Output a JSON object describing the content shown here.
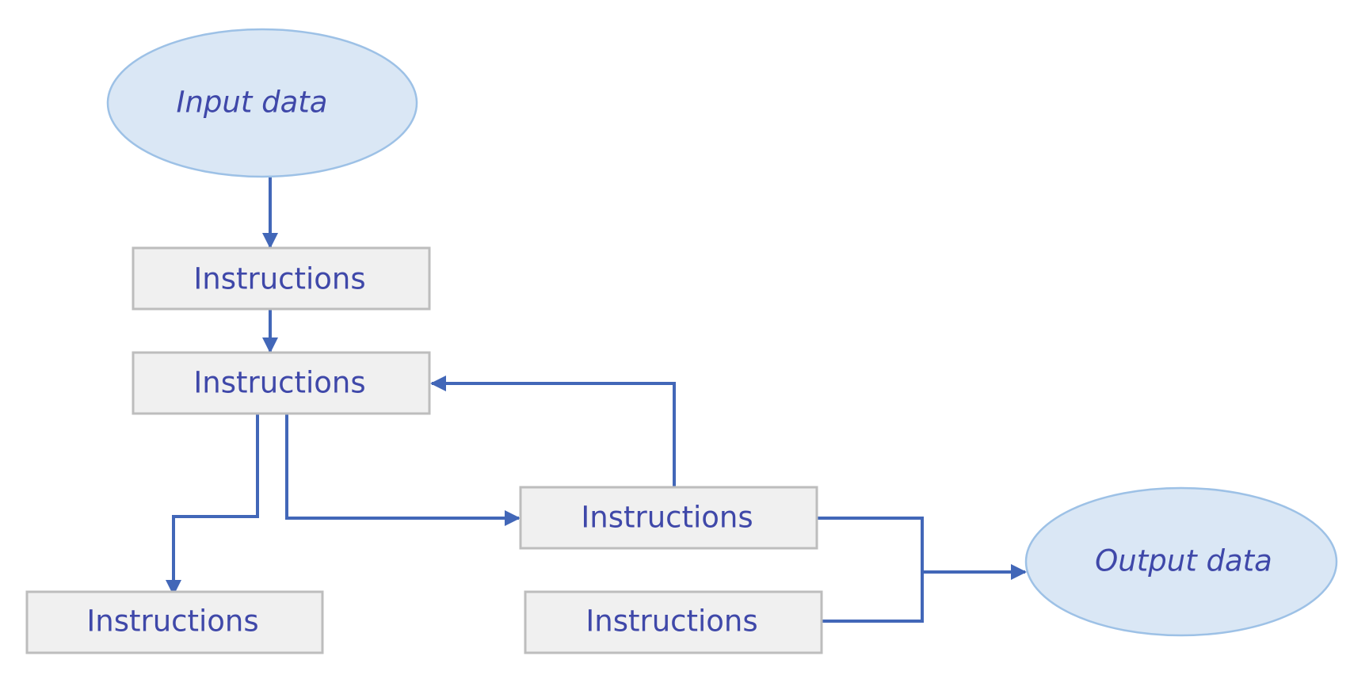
{
  "colors": {
    "text": "#3F48A9",
    "edge": "#4267B8",
    "box_fill": "#F0F0F0",
    "box_stroke": "#BDBDBD",
    "ellipse_fill": "#DAE7F5",
    "ellipse_stroke": "#9DC1E6",
    "background": "#FFFFFF"
  },
  "nodes": {
    "input": {
      "label": "Input data",
      "shape": "ellipse",
      "style": "italic"
    },
    "instr1": {
      "label": "Instructions",
      "shape": "rectangle"
    },
    "instr2": {
      "label": "Instructions",
      "shape": "rectangle"
    },
    "instr3": {
      "label": "Instructions",
      "shape": "rectangle"
    },
    "instr4": {
      "label": "Instructions",
      "shape": "rectangle"
    },
    "instr5": {
      "label": "Instructions",
      "shape": "rectangle"
    },
    "output": {
      "label": "Output data",
      "shape": "ellipse",
      "style": "italic"
    }
  },
  "edges": [
    {
      "from": "input",
      "to": "instr1"
    },
    {
      "from": "instr1",
      "to": "instr2"
    },
    {
      "from": "instr2",
      "to": "instr3"
    },
    {
      "from": "instr2",
      "to": "instr4"
    },
    {
      "from": "instr4",
      "to": "instr2"
    },
    {
      "from": "instr4",
      "to": "output"
    },
    {
      "from": "instr5",
      "to": "output"
    }
  ]
}
